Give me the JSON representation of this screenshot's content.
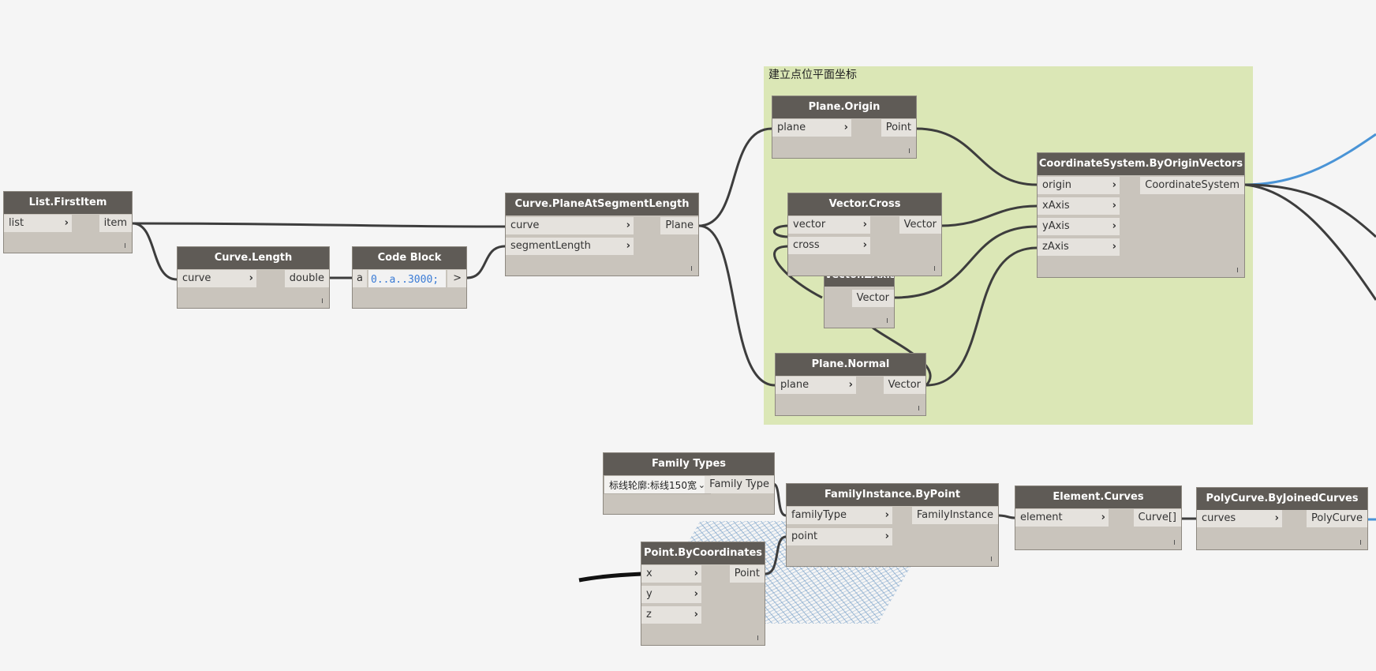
{
  "group": {
    "title": "建立点位平面坐标"
  },
  "nodes": {
    "list_first_item": {
      "title": "List.FirstItem",
      "in": [
        "list"
      ],
      "out": "item"
    },
    "curve_length": {
      "title": "Curve.Length",
      "in": [
        "curve"
      ],
      "out": "double"
    },
    "code_block": {
      "title": "Code Block",
      "port_in": "a",
      "code": "0..a..3000;",
      "port_out": ">"
    },
    "curve_plane": {
      "title": "Curve.PlaneAtSegmentLength",
      "in": [
        "curve",
        "segmentLength"
      ],
      "out": "Plane"
    },
    "plane_origin": {
      "title": "Plane.Origin",
      "in": [
        "plane"
      ],
      "out": "Point"
    },
    "vector_cross": {
      "title": "Vector.Cross",
      "in": [
        "vector",
        "cross"
      ],
      "out": "Vector"
    },
    "vector_zaxis": {
      "title": "Vector.ZAxis",
      "out": "Vector"
    },
    "plane_normal": {
      "title": "Plane.Normal",
      "in": [
        "plane"
      ],
      "out": "Vector"
    },
    "coord_system": {
      "title": "CoordinateSystem.ByOriginVectors",
      "in": [
        "origin",
        "xAxis",
        "yAxis",
        "zAxis"
      ],
      "out": "CoordinateSystem"
    },
    "family_types": {
      "title": "Family Types",
      "selected": "标线轮廓:标线150宽",
      "out": "Family Type"
    },
    "family_instance": {
      "title": "FamilyInstance.ByPoint",
      "in": [
        "familyType",
        "point"
      ],
      "out": "FamilyInstance"
    },
    "element_curves": {
      "title": "Element.Curves",
      "in": [
        "element"
      ],
      "out": "Curve[]"
    },
    "polycurve": {
      "title": "PolyCurve.ByJoinedCurves",
      "in": [
        "curves"
      ],
      "out": "PolyCurve"
    },
    "point_by_coords": {
      "title": "Point.ByCoordinates",
      "in": [
        "x",
        "y",
        "z"
      ],
      "out": "Point"
    }
  },
  "icons": {
    "input_chevron": "chevron-right-icon",
    "dropdown": "chevron-down-icon"
  },
  "colors": {
    "group_bg": "#dbe7b6",
    "node_header": "#5f5b56",
    "node_body": "#c9c4bc",
    "wire": "#3d3d3d",
    "wire_selected": "#4a94d6"
  }
}
